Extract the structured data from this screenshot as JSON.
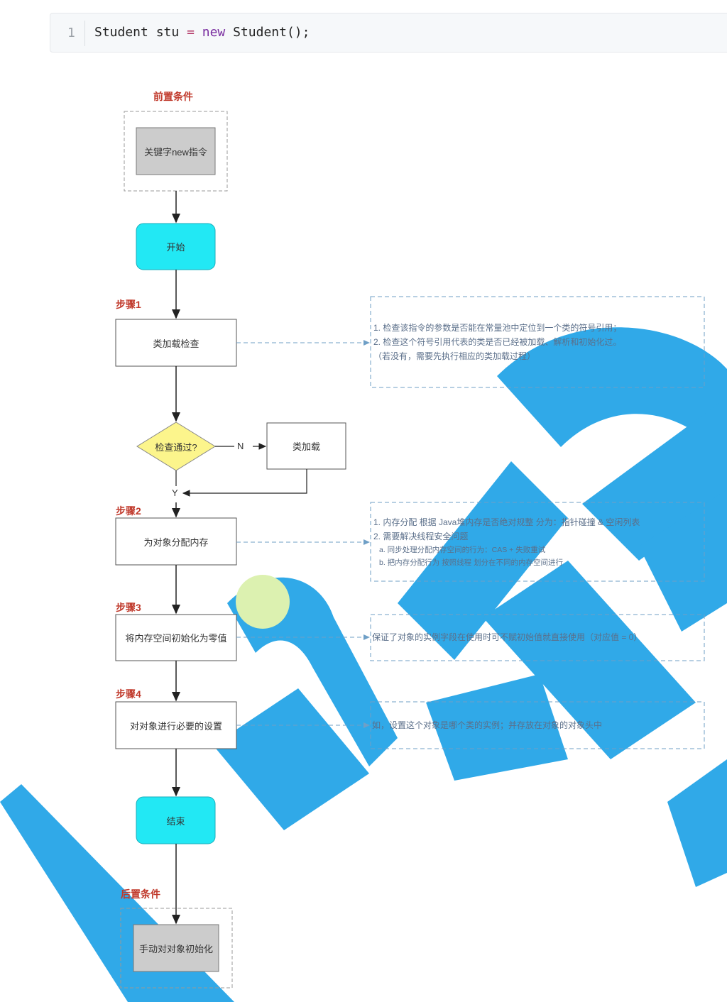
{
  "code": {
    "line_number": "1",
    "tokens": {
      "class_name": "Student",
      "var_name": "stu",
      "operator": "=",
      "keyword": "new",
      "ctor": "Student();"
    }
  },
  "labels": {
    "pre_condition": "前置条件",
    "step1": "步骤1",
    "step2": "步骤2",
    "step3": "步骤3",
    "step4": "步骤4",
    "post_condition": "后置条件"
  },
  "nodes": {
    "new_instruction": "关键字new指令",
    "start": "开始",
    "class_check": "类加载检查",
    "decision": "检查通过?",
    "class_load": "类加载",
    "allocate": "为对象分配内存",
    "zero_init": "将内存空间初始化为零值",
    "setup": "对对象进行必要的设置",
    "end": "结束",
    "manual_init": "手动对对象初始化"
  },
  "edges": {
    "no": "N",
    "yes": "Y"
  },
  "notes": {
    "note1": [
      "1. 检查该指令的参数是否能在常量池中定位到一个类的符号引用；",
      "2. 检查这个符号引用代表的类是否已经被加载、解析和初始化过。",
      "（若没有，需要先执行相应的类加载过程）"
    ],
    "note2": [
      "1. 内存分配 根据 Java堆内存是否绝对规整 分为：指针碰撞 & 空闲列表",
      "2. 需要解决线程安全问题"
    ],
    "note2_sub": [
      "a. 同步处理分配内存空间的行为：CAS + 失败重试",
      "b. 把内存分配行为 按照线程 划分在不同的内存空间进行"
    ],
    "note3": "保证了对象的实例字段在使用时可不赋初始值就直接使用（对应值 = 0）",
    "note4": "如，设置这个对象是哪个类的实例；并存放在对象的对象头中"
  },
  "colors": {
    "start_end_fill": "#22e8f4",
    "decision_fill": "#fcf58c",
    "gray_fill": "#cccccc",
    "label_red": "#c0392b",
    "dash_blue": "#6f9fc6",
    "watermark": "#1aa0e6"
  }
}
